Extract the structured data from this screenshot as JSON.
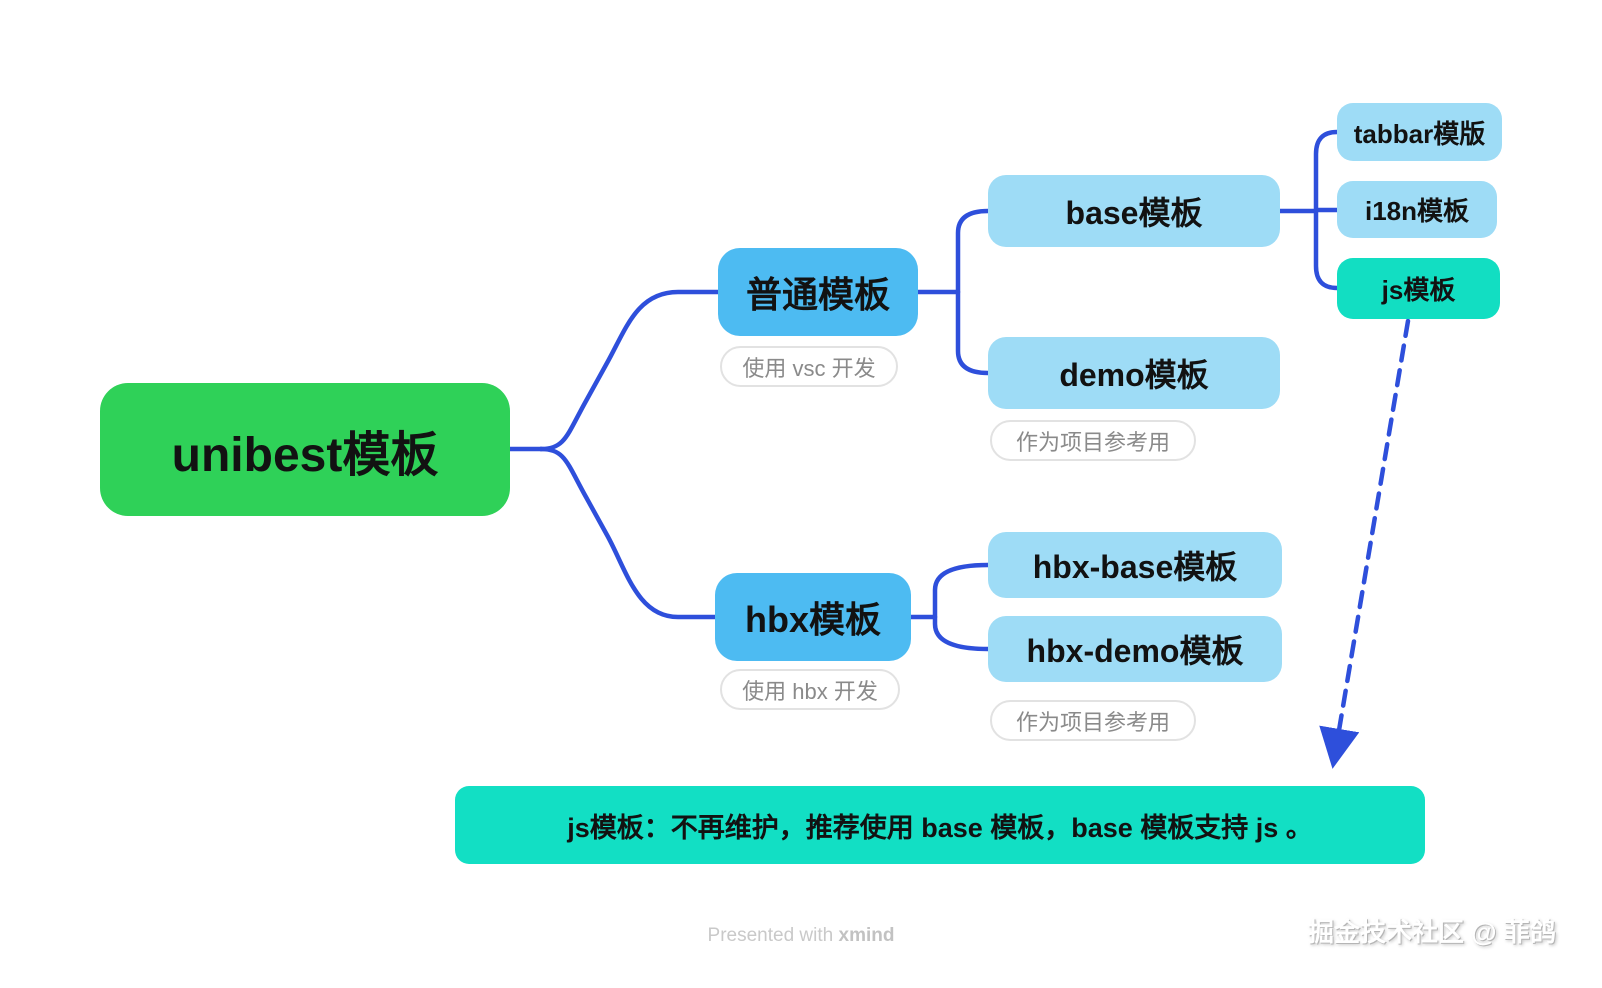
{
  "colors": {
    "root_bg": "#2fd158",
    "branch_bg": "#4dbbf2",
    "subtopic_bg": "#9edcf6",
    "highlight_bg": "#12dec2",
    "callout_bg": "#12dfc4",
    "connector": "#2e4fdb",
    "note_text": "#8a8a8a",
    "topic_text": "#121212"
  },
  "root": {
    "label": "unibest模板"
  },
  "branches": [
    {
      "label": "普通模板",
      "note": "使用 vsc 开发",
      "children": [
        {
          "label": "base模板",
          "children": [
            {
              "label": "tabbar模版"
            },
            {
              "label": "i18n模板"
            },
            {
              "label": "js模板"
            }
          ]
        },
        {
          "label": "demo模板",
          "note": "作为项目参考用"
        }
      ]
    },
    {
      "label": "hbx模板",
      "note": "使用 hbx 开发",
      "children": [
        {
          "label": "hbx-base模板"
        },
        {
          "label": "hbx-demo模板",
          "note": "作为项目参考用"
        }
      ]
    }
  ],
  "callout": {
    "text": "js模板：不再维护，推荐使用 base 模板，base 模板支持 js 。"
  },
  "footer": {
    "presented": "Presented with ",
    "brand": "xmind"
  },
  "watermark": "掘金技术社区 @ 菲鸽"
}
